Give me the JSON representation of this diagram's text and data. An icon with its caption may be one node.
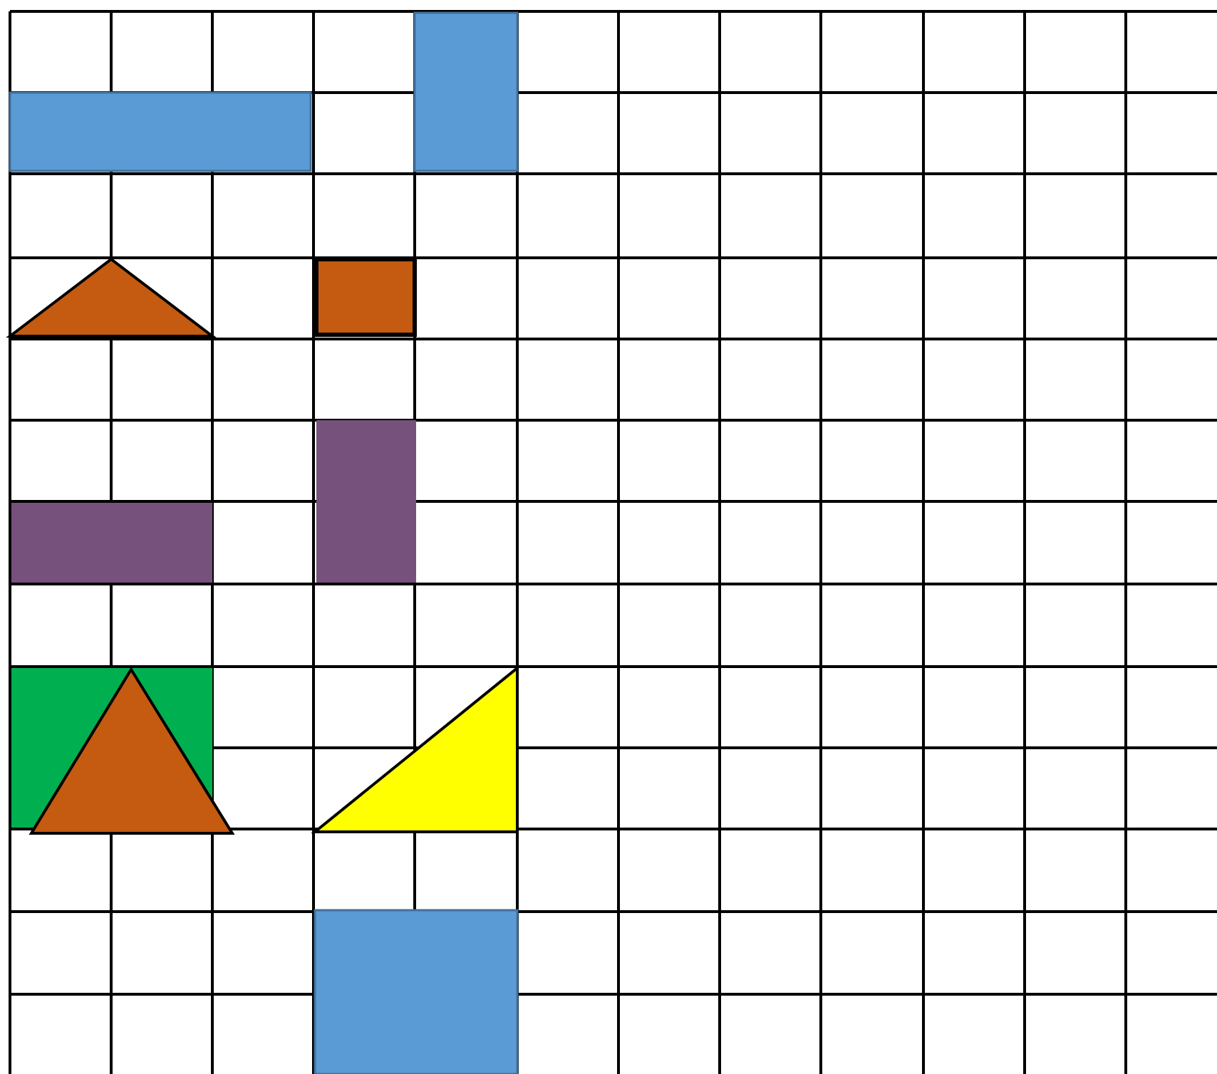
{
  "diagram": {
    "nodes": [
      {
        "text": [],
        "shape": "box"
      },
      {
        "text": [],
        "shape": "box"
      },
      {
        "text": [],
        "shape": "triangle"
      },
      {
        "text": [],
        "shape": "box"
      },
      {
        "text": [],
        "shape": "box"
      },
      {
        "text": [],
        "shape": "box"
      },
      {
        "text": [],
        "shape": "box"
      },
      {
        "text": [],
        "shape": "triangle"
      },
      {
        "text": [],
        "shape": "triangle"
      },
      {
        "text": [],
        "shape": "box"
      }
    ]
  }
}
